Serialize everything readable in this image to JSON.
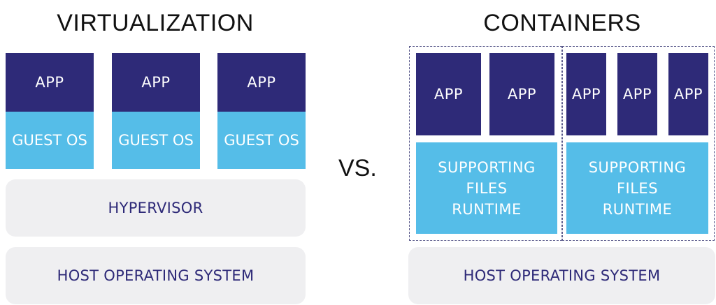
{
  "left": {
    "title": "VIRTUALIZATION",
    "apps": [
      "APP",
      "APP",
      "APP"
    ],
    "guest_os": [
      "GUEST OS",
      "GUEST OS",
      "GUEST OS"
    ],
    "hypervisor": "HYPERVISOR",
    "host_os": "HOST OPERATING SYSTEM"
  },
  "separator": "VS.",
  "right": {
    "title": "CONTAINERS",
    "container_1": {
      "apps": [
        "APP",
        "APP"
      ],
      "runtime": "SUPPORTING FILES RUNTIME"
    },
    "container_2": {
      "apps": [
        "APP",
        "APP",
        "APP"
      ],
      "runtime": "SUPPORTING FILES RUNTIME"
    },
    "host_os": "HOST OPERATING SYSTEM"
  },
  "colors": {
    "app": "#2e2a78",
    "guest_os": "#55bde8",
    "layer": "#efeff1",
    "layer_text": "#2e2a78"
  }
}
